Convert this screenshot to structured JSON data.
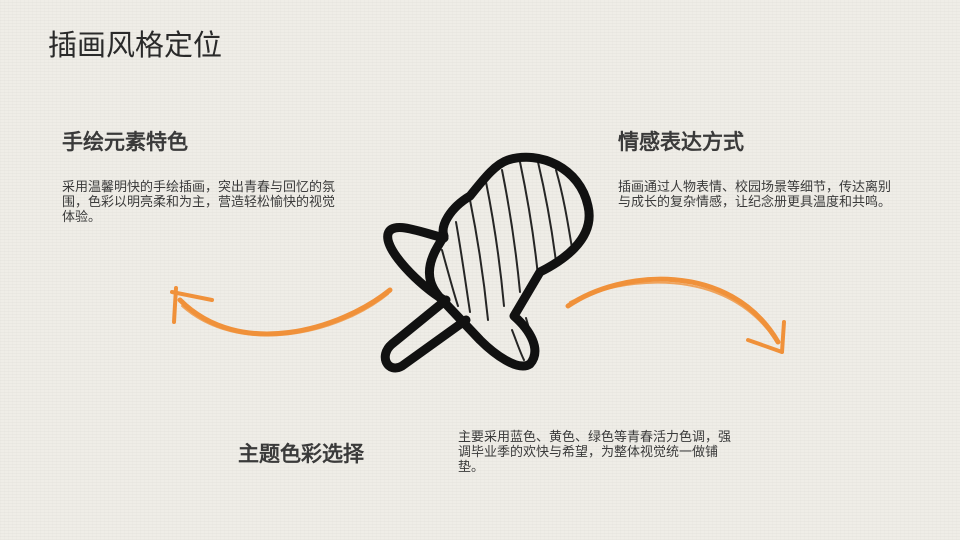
{
  "page_title": "插画风格定位",
  "sections": {
    "hand_drawn": {
      "title": "手绘元素特色",
      "text": "采用温馨明快的手绘插画，突出青春与回忆的氛围，色彩以明亮柔和为主，营造轻松愉快的视觉体验。"
    },
    "emotion": {
      "title": "情感表达方式",
      "text": "插画通过人物表情、校园场景等细节，传达离别与成长的复杂情感，让纪念册更具温度和共鸣。"
    },
    "color": {
      "title": "主题色彩选择",
      "text": "主要采用蓝色、黄色、绿色等青春活力色调，强调毕业季的欢快与希望，为整体视觉统一做铺垫。"
    }
  },
  "colors": {
    "background": "#efede7",
    "accent": "#f0913a",
    "ink": "#111111"
  },
  "icons": {
    "center": "pushpin-icon",
    "left_arrow": "curved-arrow-left-icon",
    "right_arrow": "curved-arrow-right-icon"
  }
}
